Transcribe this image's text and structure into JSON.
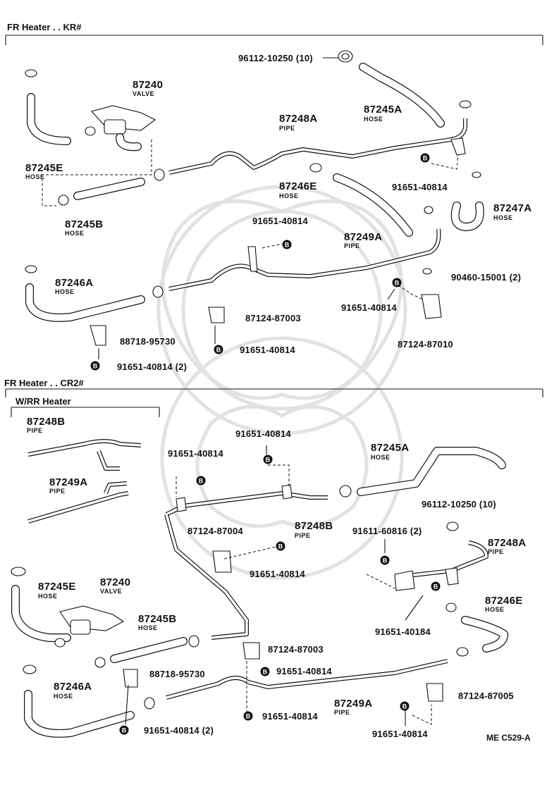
{
  "sections": {
    "kr_heading": "FR Heater . . KR#",
    "cr2_heading": "FR Heater . . CR2#",
    "wrr_heading": "W/RR Heater"
  },
  "labels": {
    "top_96112": "96112-10250 (10)",
    "top_87245A": "87245A",
    "top_87245A_sub": "HOSE",
    "top_87240": "87240",
    "top_87240_sub": "VALVE",
    "top_87248A": "87248A",
    "top_87248A_sub": "PIPE",
    "top_87245E": "87245E",
    "top_87245E_sub": "HOSE",
    "top_87246E": "87246E",
    "top_87246E_sub": "HOSE",
    "top_91651_a": "91651-40814",
    "top_87245B": "87245B",
    "top_87245B_sub": "HOSE",
    "top_87247A": "87247A",
    "top_87247A_sub": "HOSE",
    "top_91651_b": "91651-40814",
    "top_87249A": "87249A",
    "top_87249A_sub": "PIPE",
    "top_87246A": "87246A",
    "top_87246A_sub": "HOSE",
    "top_90460": "90460-15001 (2)",
    "top_91651_c": "91651-40814",
    "top_87124_87003": "87124-87003",
    "top_88718": "88718-95730",
    "top_87124_87010": "87124-87010",
    "top_91651_d": "91651-40814",
    "top_91651_e": "91651-40814 (2)",
    "b_87248B": "87248B",
    "b_87248B_sub": "PIPE",
    "b_91651_a": "91651-40814",
    "b_91651_b": "91651-40814",
    "b_87245A": "87245A",
    "b_87245A_sub": "HOSE",
    "b_87249A_left": "87249A",
    "b_87249A_left_sub": "PIPE",
    "b_87124_87004": "87124-87004",
    "b_87248B_mid": "87248B",
    "b_87248B_mid_sub": "PIPE",
    "b_96112": "96112-10250 (10)",
    "b_91611": "91611-60816 (2)",
    "b_87248A": "87248A",
    "b_87248A_sub": "PIPE",
    "b_91651_c": "91651-40814",
    "b_87245E": "87245E",
    "b_87245E_sub": "HOSE",
    "b_87240": "87240",
    "b_87240_sub": "VALVE",
    "b_87245B": "87245B",
    "b_87245B_sub": "HOSE",
    "b_87246E": "87246E",
    "b_87246E_sub": "HOSE",
    "b_91651_40184": "91651-40184",
    "b_87124_87003": "87124-87003",
    "b_88718": "88718-95730",
    "b_91651_d": "91651-40814",
    "b_87246A": "87246A",
    "b_87246A_sub": "HOSE",
    "b_87249A": "87249A",
    "b_87249A_sub": "PIPE",
    "b_87124_87005": "87124-87005",
    "b_91651_e": "91651-40814",
    "b_91651_f": "91651-40814 (2)",
    "b_91651_g": "91651-40814",
    "ref_code": "ME C529-A"
  },
  "markers": {
    "bolt_symbol": "B"
  }
}
